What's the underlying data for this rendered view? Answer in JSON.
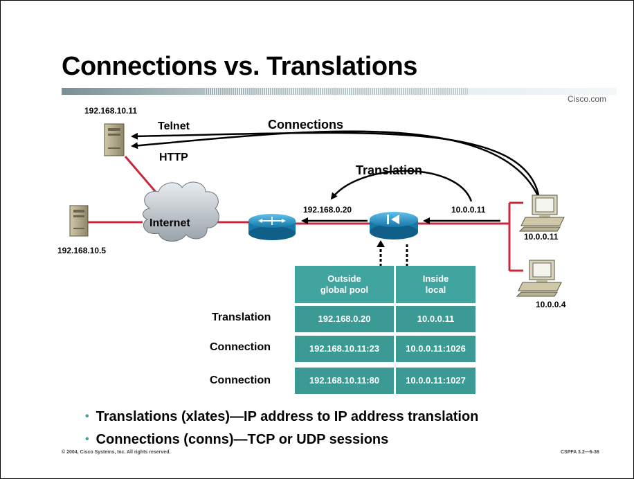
{
  "title": "Connections vs. Translations",
  "brand": "Cisco.com",
  "hosts": {
    "server_top": "192.168.10.11",
    "server_left": "192.168.10.5",
    "pc_top": "10.0.0.11",
    "pc_bottom": "10.0.0.4"
  },
  "labels": {
    "telnet": "Telnet",
    "http": "HTTP",
    "connections": "Connections",
    "translation": "Translation",
    "internet": "Internet",
    "outside_ip": "192.168.0.20",
    "inside_ip": "10.0.0.11"
  },
  "table": {
    "headers": [
      "Outside\nglobal pool",
      "Inside\nlocal"
    ],
    "rows": [
      {
        "label": "Translation",
        "outside": "192.168.0.20",
        "inside": "10.0.0.11"
      },
      {
        "label": "Connection",
        "outside": "192.168.10.11:23",
        "inside": "10.0.0.11:1026"
      },
      {
        "label": "Connection",
        "outside": "192.168.10.11:80",
        "inside": "10.0.0.11:1027"
      }
    ]
  },
  "bullets": [
    "Translations (xlates)—IP address to IP address translation",
    "Connections (conns)—TCP or UDP sessions"
  ],
  "footer": {
    "copyright": "© 2004, Cisco Systems, Inc. All rights reserved.",
    "code": "CSPFA 3.2—6-36"
  },
  "colors": {
    "link": "#c8283c",
    "table_fill": "#3b9a94",
    "device_blue": "#1a8fc8"
  }
}
